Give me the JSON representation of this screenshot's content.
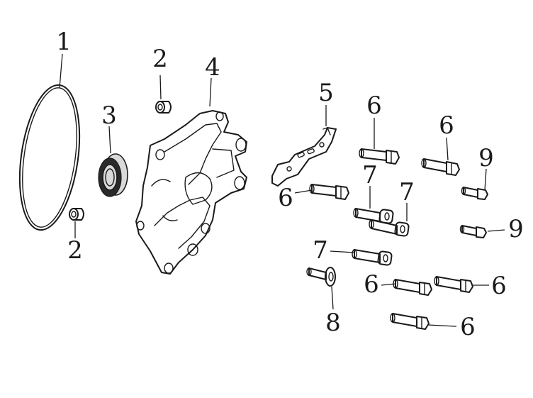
{
  "callouts": [
    {
      "id": "c1",
      "text": "1"
    },
    {
      "id": "c2a",
      "text": "2"
    },
    {
      "id": "c2b",
      "text": "2"
    },
    {
      "id": "c3",
      "text": "3"
    },
    {
      "id": "c4",
      "text": "4"
    },
    {
      "id": "c5",
      "text": "5"
    },
    {
      "id": "c6a",
      "text": "6"
    },
    {
      "id": "c6b",
      "text": "6"
    },
    {
      "id": "c6c",
      "text": "6"
    },
    {
      "id": "c6d",
      "text": "6"
    },
    {
      "id": "c6e",
      "text": "6"
    },
    {
      "id": "c6f",
      "text": "6"
    },
    {
      "id": "c7a",
      "text": "7"
    },
    {
      "id": "c7b",
      "text": "7"
    },
    {
      "id": "c7c",
      "text": "7"
    },
    {
      "id": "c8",
      "text": "8"
    },
    {
      "id": "c9a",
      "text": "9"
    },
    {
      "id": "c9b",
      "text": "9"
    }
  ]
}
